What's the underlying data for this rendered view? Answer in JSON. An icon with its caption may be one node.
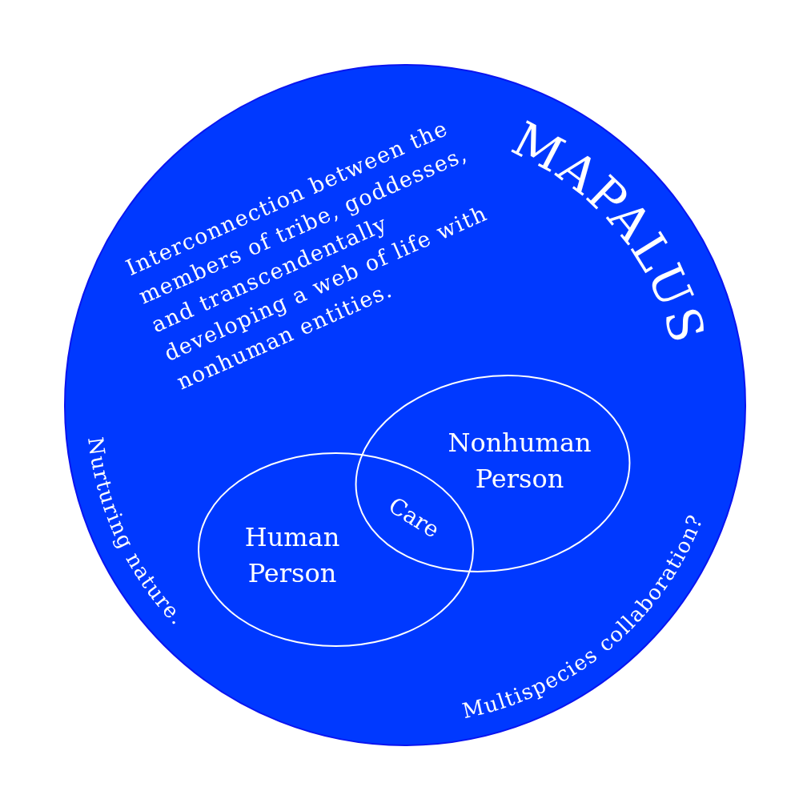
{
  "diagram": {
    "nodes": [
      {
        "text": [
          "MAPALUS",
          "Interconnection between the members of tribe, goddesses, and transcendentally developing a web of life with nonhuman entities.",
          "Nurturing nature.",
          "Multispecies collaboration?"
        ]
      },
      {
        "text": [
          "Human Person"
        ],
        "in": 0
      },
      {
        "text": [
          "Nonhuman Person"
        ],
        "in": 0
      }
    ],
    "labels": [
      "Care"
    ]
  }
}
